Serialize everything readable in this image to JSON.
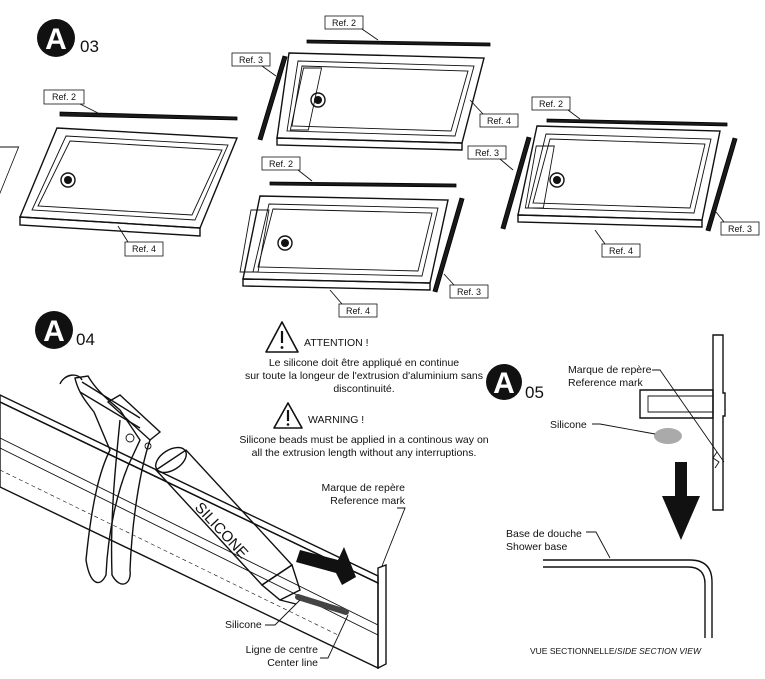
{
  "steps": {
    "s03": {
      "letter": "A",
      "number": "03"
    },
    "s04": {
      "letter": "A",
      "number": "04"
    },
    "s05": {
      "letter": "A",
      "number": "05"
    }
  },
  "refs": {
    "ref2": "Ref. 2",
    "ref3": "Ref. 3",
    "ref4": "Ref. 4"
  },
  "attention": {
    "title": "ATTENTION !",
    "lines": [
      "Le silicone doit être appliqué en continue",
      "sur toute la longeur de l'extrusion d'aluminium sans",
      "discontinuité."
    ]
  },
  "warning": {
    "title": "WARNING !",
    "lines": [
      "Silicone beads must be applied in a continous way on",
      "all the extrusion length without any interruptions."
    ]
  },
  "step04": {
    "tube_text": "SILICONE",
    "mark_fr": "Marque de repère",
    "mark_en": "Reference mark",
    "silicone": "Silicone",
    "center_fr": "Ligne de centre",
    "center_en": "Center line"
  },
  "step05": {
    "mark_fr": "Marque de repère",
    "mark_en": "Reference mark",
    "silicone": "Silicone",
    "base_fr": "Base de douche",
    "base_en": "Shower base",
    "caption_fr": "VUE SECTIONNELLE/",
    "caption_en": "SIDE SECTION VIEW"
  }
}
